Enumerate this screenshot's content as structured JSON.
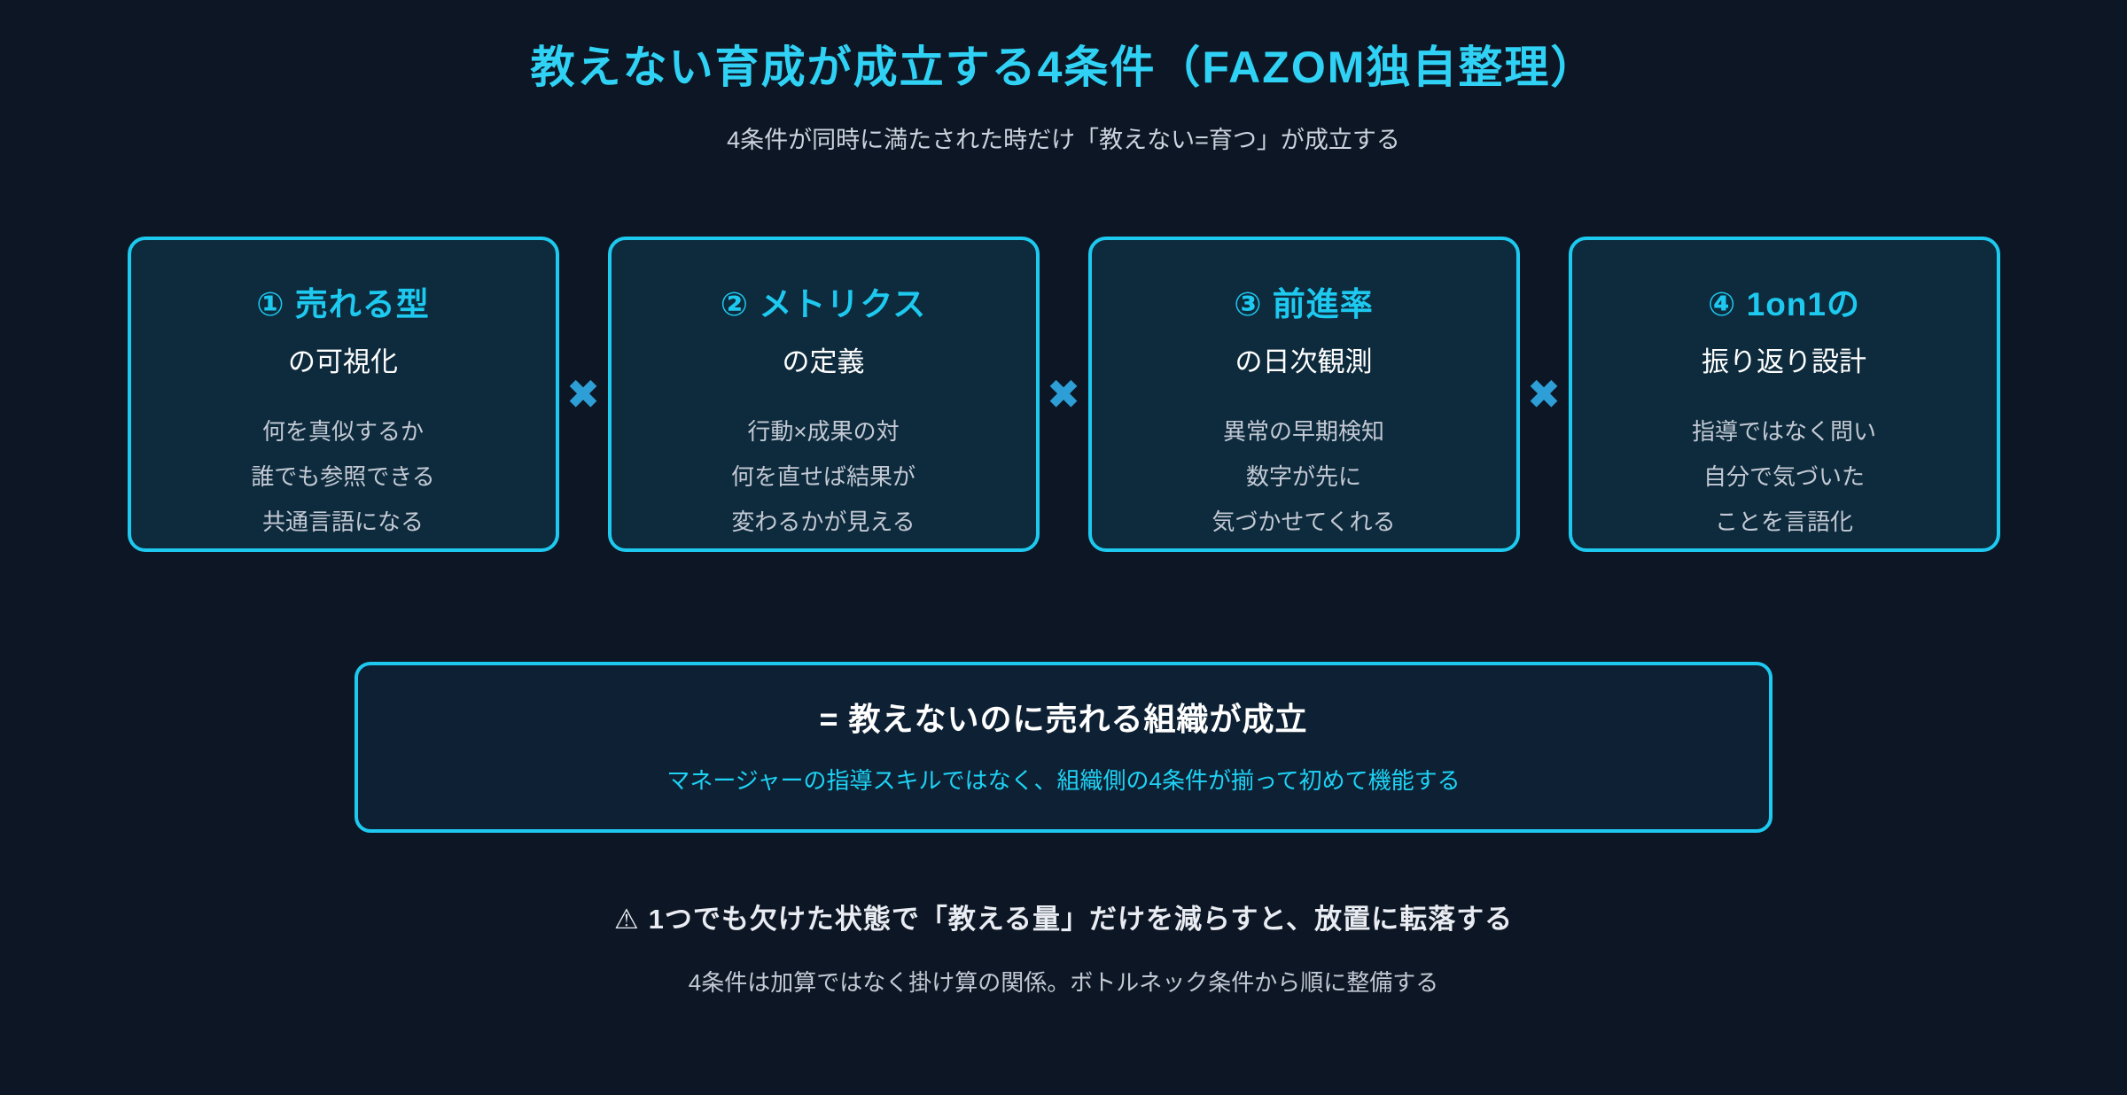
{
  "page": {
    "title": "教えない育成が成立する4条件（FAZOM独自整理）",
    "subtitle": "4条件が同時に満たされた時だけ「教えない=育つ」が成立する"
  },
  "multiply_symbol": "✖",
  "cards": [
    {
      "title": "① 売れる型",
      "subtitle": "の可視化",
      "lines": [
        "何を真似するか",
        "誰でも参照できる",
        "共通言語になる"
      ]
    },
    {
      "title": "② メトリクス",
      "subtitle": "の定義",
      "lines": [
        "行動×成果の対",
        "何を直せば結果が",
        "変わるかが見える"
      ]
    },
    {
      "title": "③ 前進率",
      "subtitle": "の日次観測",
      "lines": [
        "異常の早期検知",
        "数字が先に",
        "気づかせてくれる"
      ]
    },
    {
      "title": "④ 1on1の",
      "subtitle": "振り返り設計",
      "lines": [
        "指導ではなく問い",
        "自分で気づいた",
        "ことを言語化"
      ]
    }
  ],
  "result": {
    "title": "= 教えないのに売れる組織が成立",
    "subtitle": "マネージャーの指導スキルではなく、組織側の4条件が揃って初めて機能する"
  },
  "warning": {
    "icon": "⚠",
    "text": "1つでも欠けた状態で「教える量」だけを減らすと、放置に転落する"
  },
  "note": "4条件は加算ではなく掛け算の関係。ボトルネック条件から順に整備する",
  "colors": {
    "background": "#0d1624",
    "card_fill": "#0d2b3d",
    "card_border": "#1ec9f0",
    "accent_cyan": "#2fd2f5",
    "multiply_blue": "#2d9fd6",
    "body_gray": "#c3c9d4",
    "white": "#ffffff"
  }
}
